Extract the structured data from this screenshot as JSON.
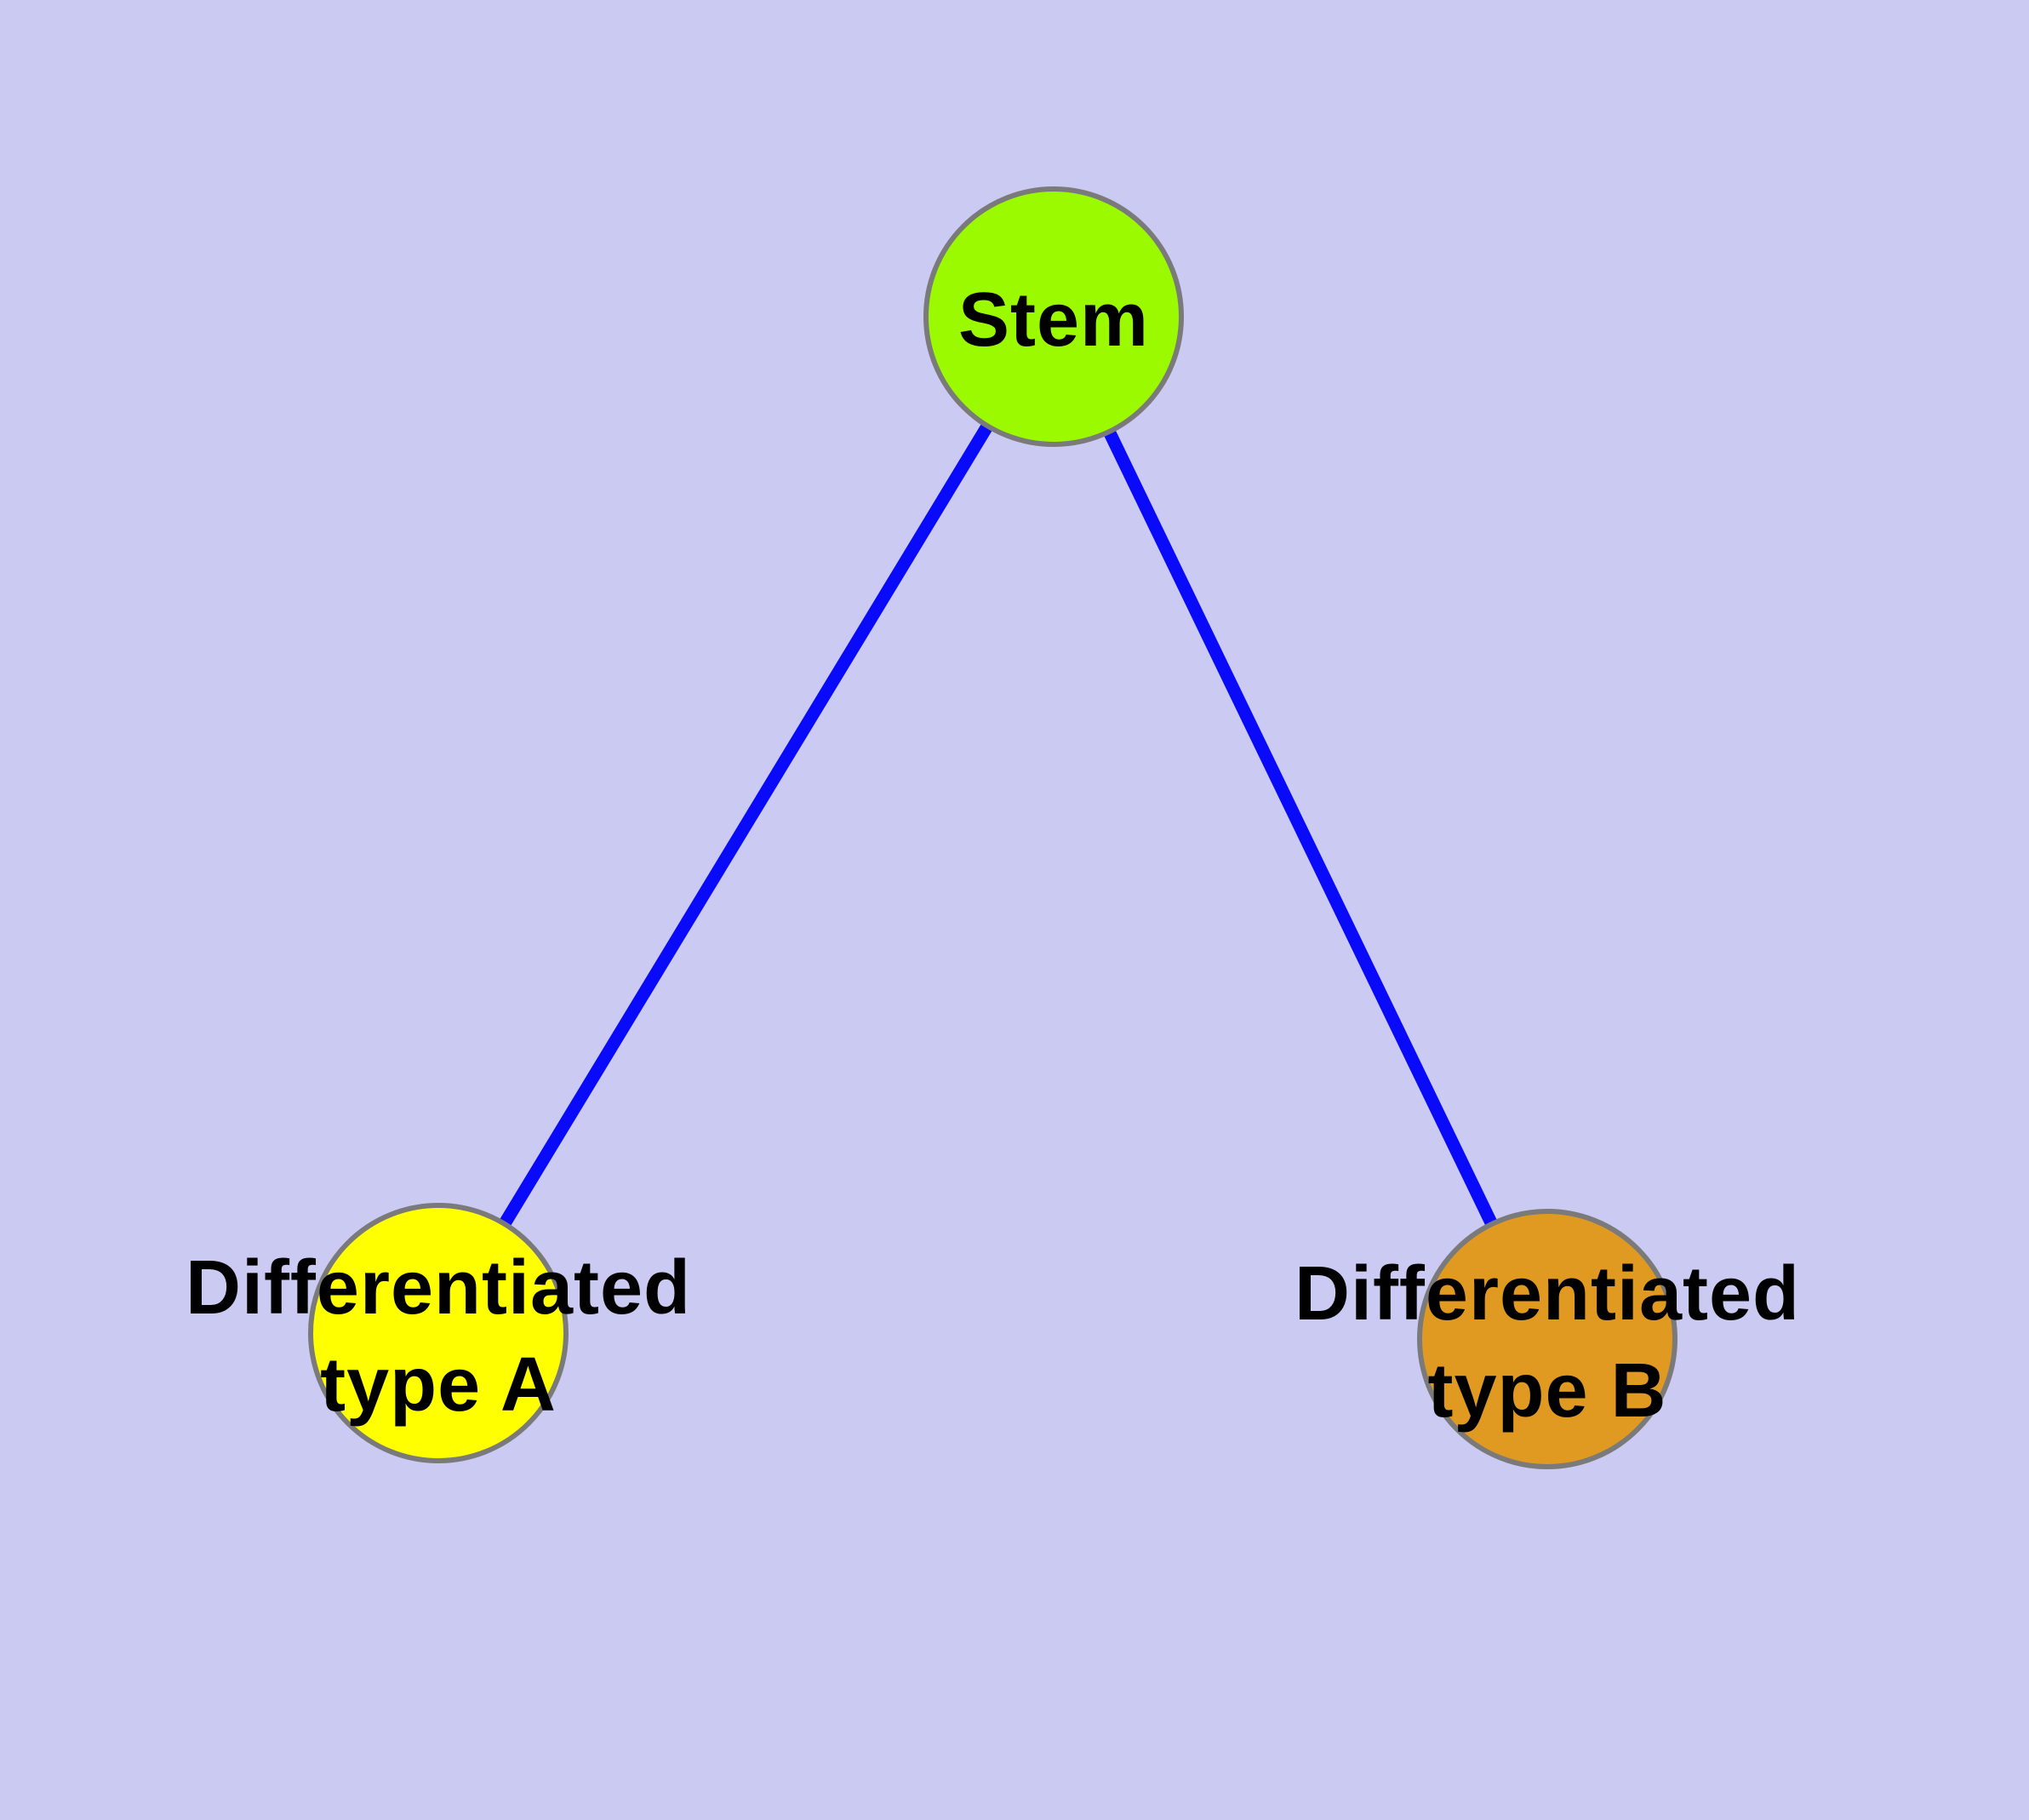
{
  "diagram": {
    "background_color": "#CACAF3",
    "node_border_color": "#7A7A7A",
    "edge_color": "#0A0AFA",
    "label_color": "#000000",
    "nodes": [
      {
        "id": "stem",
        "label": "Stem",
        "fill": "#9BFA00"
      },
      {
        "id": "differentiated-type-a",
        "label_line1": "Differentiated",
        "label_line2": "type A",
        "fill": "#FFFF00"
      },
      {
        "id": "differentiated-type-b",
        "label_line1": "Differentiated",
        "label_line2": "type B",
        "fill": "#E19A21"
      }
    ],
    "edges": [
      {
        "from": "stem",
        "to": "differentiated-type-a"
      },
      {
        "from": "stem",
        "to": "differentiated-type-b"
      }
    ]
  }
}
